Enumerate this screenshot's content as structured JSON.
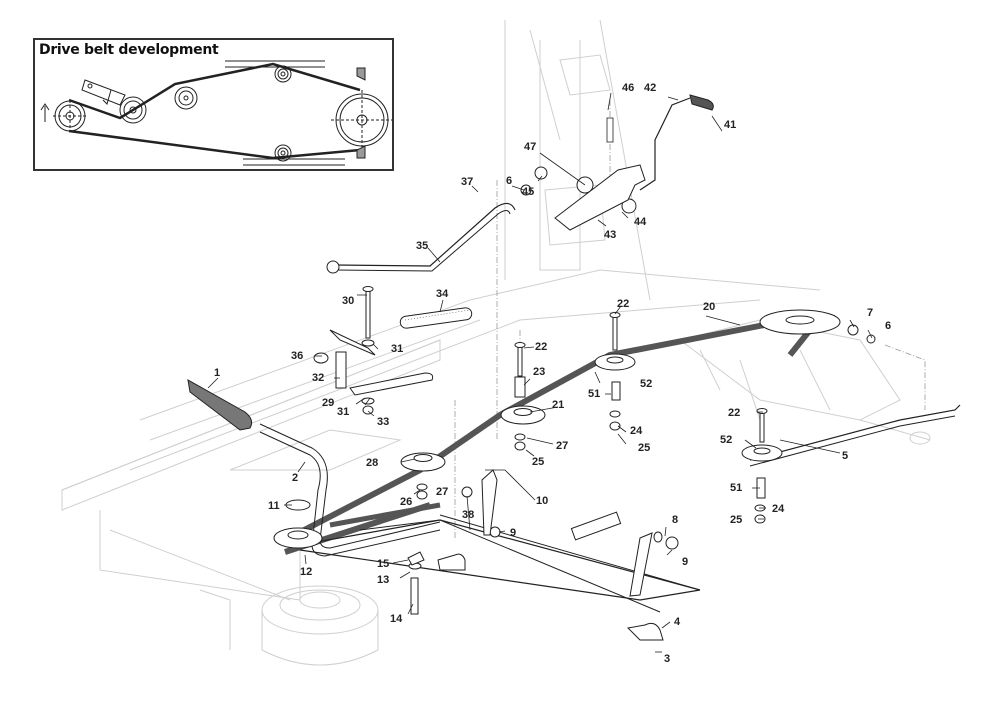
{
  "inset": {
    "title": "Drive belt development"
  },
  "parts": [
    {
      "id": "p1",
      "label": "1",
      "name": "belt-guide-pad"
    },
    {
      "id": "p2",
      "label": "2",
      "name": "belt-guide-bracket"
    },
    {
      "id": "p3",
      "label": "3",
      "name": "screw"
    },
    {
      "id": "p4",
      "label": "4",
      "name": "clamp-bracket"
    },
    {
      "id": "p5",
      "label": "5",
      "name": "rod"
    },
    {
      "id": "p6a",
      "label": "6",
      "name": "washer"
    },
    {
      "id": "p6b",
      "label": "6",
      "name": "washer"
    },
    {
      "id": "p7",
      "label": "7",
      "name": "clip"
    },
    {
      "id": "p8",
      "label": "8",
      "name": "washer"
    },
    {
      "id": "p9a",
      "label": "9",
      "name": "nut"
    },
    {
      "id": "p9b",
      "label": "9",
      "name": "nut"
    },
    {
      "id": "p10",
      "label": "10",
      "name": "lever-arm"
    },
    {
      "id": "p11",
      "label": "11",
      "name": "spacer"
    },
    {
      "id": "p12",
      "label": "12",
      "name": "engine-pulley"
    },
    {
      "id": "p13",
      "label": "13",
      "name": "washer"
    },
    {
      "id": "p14",
      "label": "14",
      "name": "bolt"
    },
    {
      "id": "p15",
      "label": "15",
      "name": "nut-clip"
    },
    {
      "id": "p20",
      "label": "20",
      "name": "drive-belt"
    },
    {
      "id": "p21",
      "label": "21",
      "name": "idler-pulley"
    },
    {
      "id": "p22a",
      "label": "22",
      "name": "bolt"
    },
    {
      "id": "p22b",
      "label": "22",
      "name": "bolt"
    },
    {
      "id": "p22c",
      "label": "22",
      "name": "bolt"
    },
    {
      "id": "p23",
      "label": "23",
      "name": "spacer"
    },
    {
      "id": "p24a",
      "label": "24",
      "name": "washer"
    },
    {
      "id": "p24b",
      "label": "24",
      "name": "washer"
    },
    {
      "id": "p25a",
      "label": "25",
      "name": "nut"
    },
    {
      "id": "p25b",
      "label": "25",
      "name": "nut"
    },
    {
      "id": "p25c",
      "label": "25",
      "name": "nut"
    },
    {
      "id": "p26",
      "label": "26",
      "name": "nut"
    },
    {
      "id": "p27a",
      "label": "27",
      "name": "washer"
    },
    {
      "id": "p27b",
      "label": "27",
      "name": "washer"
    },
    {
      "id": "p28",
      "label": "28",
      "name": "idler-pulley"
    },
    {
      "id": "p29",
      "label": "29",
      "name": "tensioner-arm"
    },
    {
      "id": "p30",
      "label": "30",
      "name": "bolt"
    },
    {
      "id": "p31a",
      "label": "31",
      "name": "washer"
    },
    {
      "id": "p31b",
      "label": "31",
      "name": "washer"
    },
    {
      "id": "p32",
      "label": "32",
      "name": "spacer"
    },
    {
      "id": "p33",
      "label": "33",
      "name": "nut"
    },
    {
      "id": "p34",
      "label": "34",
      "name": "spring"
    },
    {
      "id": "p35",
      "label": "35",
      "name": "rod"
    },
    {
      "id": "p36",
      "label": "36",
      "name": "bushing"
    },
    {
      "id": "p37",
      "label": "37",
      "name": "cotter-pin"
    },
    {
      "id": "p38",
      "label": "38",
      "name": "nut"
    },
    {
      "id": "p41",
      "label": "41",
      "name": "knob"
    },
    {
      "id": "p42",
      "label": "42",
      "name": "lever"
    },
    {
      "id": "p43",
      "label": "43",
      "name": "bracket-plate"
    },
    {
      "id": "p44",
      "label": "44",
      "name": "pin"
    },
    {
      "id": "p45",
      "label": "45",
      "name": "nut"
    },
    {
      "id": "p46",
      "label": "46",
      "name": "spring"
    },
    {
      "id": "p47",
      "label": "47",
      "name": "washer"
    },
    {
      "id": "p51a",
      "label": "51",
      "name": "spacer"
    },
    {
      "id": "p51b",
      "label": "51",
      "name": "spacer"
    },
    {
      "id": "p52a",
      "label": "52",
      "name": "idler-pulley"
    },
    {
      "id": "p52b",
      "label": "52",
      "name": "idler-pulley"
    }
  ],
  "colors": {
    "line": "#222222",
    "ghost": "#c8c8c8",
    "belt": "#555555",
    "belt_fill": "#7a7a7a"
  }
}
